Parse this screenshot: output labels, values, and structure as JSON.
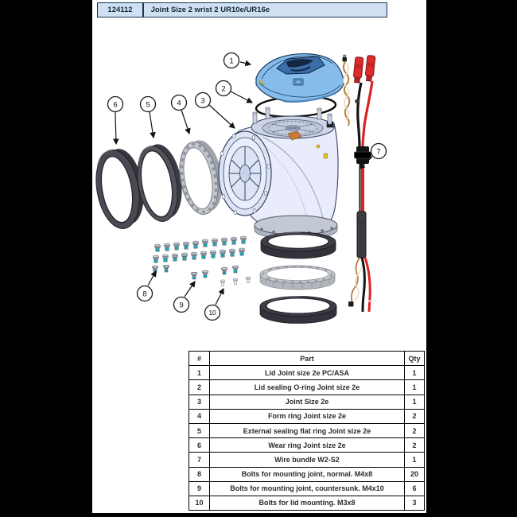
{
  "header": {
    "doc_number": "124112",
    "title": "Joint Size 2 wrist 2 UR10e/UR16e"
  },
  "callouts": [
    "1",
    "2",
    "3",
    "4",
    "5",
    "6",
    "7",
    "8",
    "9",
    "10"
  ],
  "parts_table": {
    "columns": [
      "#",
      "Part",
      "Qty"
    ],
    "rows": [
      {
        "num": "1",
        "part": "Lid Joint size 2e PC/ASA",
        "qty": "1"
      },
      {
        "num": "2",
        "part": "Lid sealing O-ring Joint size 2e",
        "qty": "1"
      },
      {
        "num": "3",
        "part": "Joint Size 2e",
        "qty": "1"
      },
      {
        "num": "4",
        "part": "Form ring Joint size 2e",
        "qty": "2"
      },
      {
        "num": "5",
        "part": "External sealing flat ring Joint size 2e",
        "qty": "2"
      },
      {
        "num": "6",
        "part": "Wear ring Joint size 2e",
        "qty": "2"
      },
      {
        "num": "7",
        "part": "Wire bundle W2-S2",
        "qty": "1"
      },
      {
        "num": "8",
        "part": "Bolts for mounting joint, normal. M4x8",
        "qty": "20"
      },
      {
        "num": "9",
        "part": "Bolts for mounting joint, countersunk. M4x10",
        "qty": "6"
      },
      {
        "num": "10",
        "part": "Bolts for lid mounting. M3x8",
        "qty": "3"
      }
    ]
  },
  "colors": {
    "header_bg": "#cfe0f2",
    "header_border": "#16324f",
    "lid_blue": "#86bce9",
    "body_fill": "#e9edfb",
    "teal_band": "#12a3b4",
    "wire_red": "#dd2222",
    "ring_dark": "#3d3d46",
    "ring_gray": "#c2c6cd"
  }
}
